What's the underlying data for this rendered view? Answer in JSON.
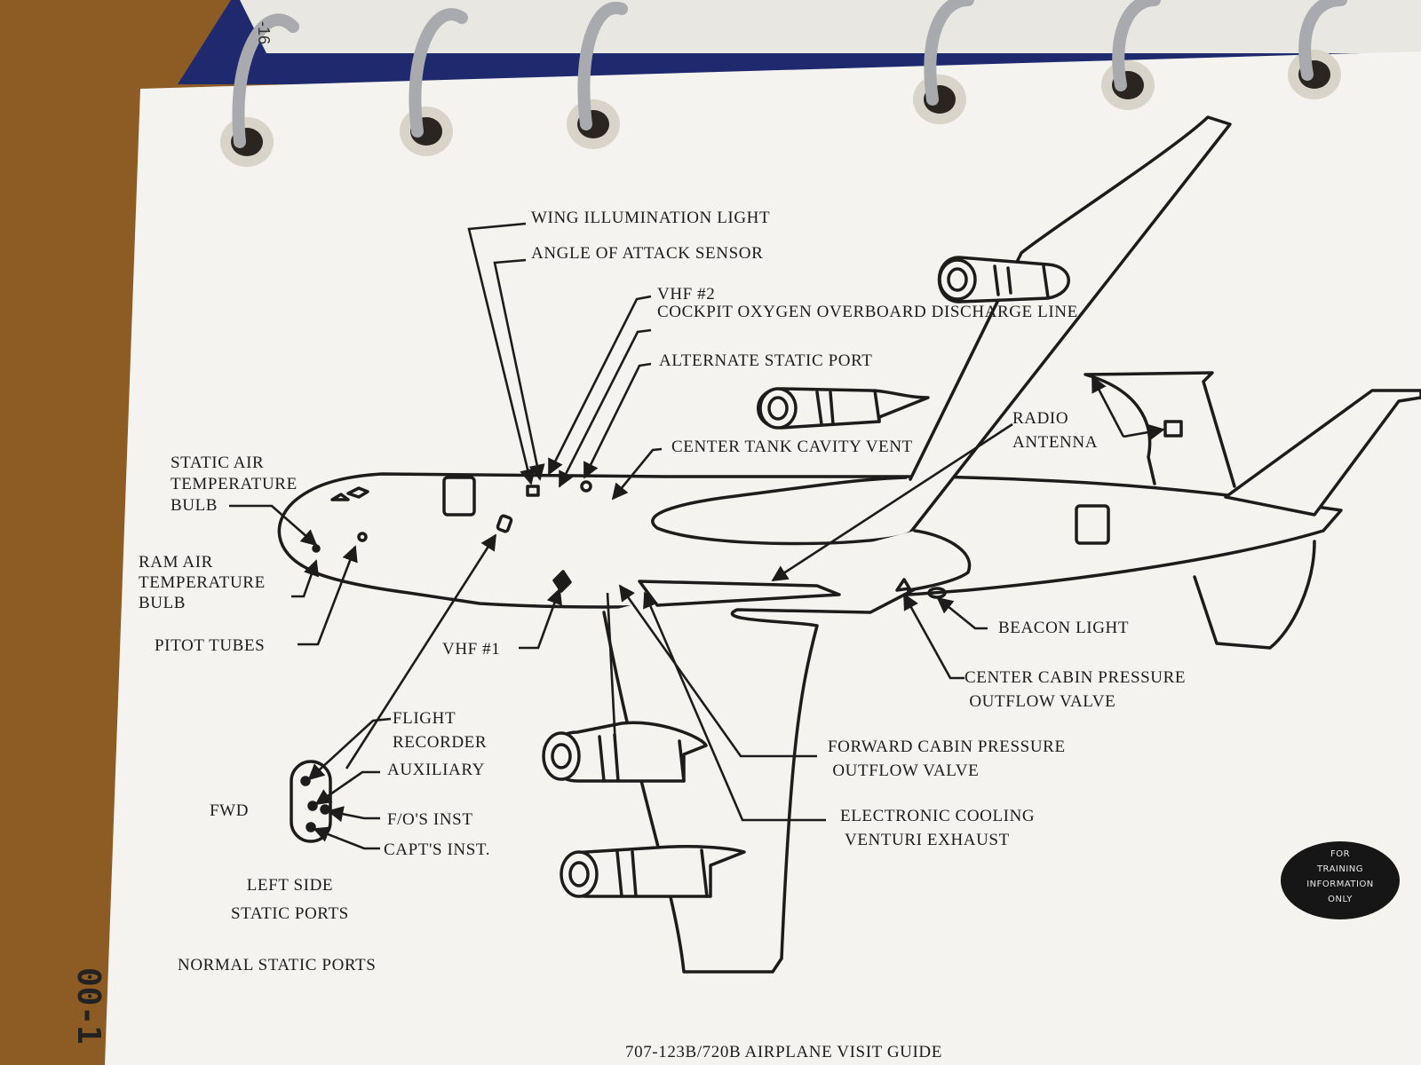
{
  "page": {
    "tab_label": "-16",
    "page_number": "00-1",
    "footer_title": "707-123B/720B AIRPLANE VISIT GUIDE",
    "badge_lines": [
      "FOR",
      "TRAINING",
      "INFORMATION",
      "ONLY"
    ]
  },
  "labels": {
    "wing_illumination_light": "WING ILLUMINATION LIGHT",
    "angle_of_attack_sensor": "ANGLE OF ATTACK SENSOR",
    "vhf2": "VHF #2",
    "cockpit_oxygen_overboard_discharge_line": "COCKPIT OXYGEN OVERBOARD DISCHARGE LINE",
    "alternate_static_port": "ALTERNATE STATIC PORT",
    "radio_antenna": "RADIO\nANTENNA",
    "center_tank_cavity_vent": "CENTER TANK CAVITY VENT",
    "static_air_temperature_bulb": "STATIC AIR\nTEMPERATURE\nBULB",
    "ram_air_temperature_bulb": "RAM AIR\nTEMPERATURE\nBULB",
    "pitot_tubes": "PITOT TUBES",
    "vhf1": "VHF #1",
    "beacon_light": "BEACON LIGHT",
    "center_cabin_pressure_outflow_valve": "CENTER CABIN PRESSURE\n OUTFLOW VALVE",
    "forward_cabin_pressure_outflow_valve": "FORWARD CABIN PRESSURE\n OUTFLOW VALVE",
    "electronic_cooling_venturi_exhaust": "ELECTRONIC COOLING\n VENTURI EXHAUST",
    "flight_recorder": "FLIGHT\nRECORDER",
    "auxiliary": "AUXILIARY",
    "fwd": "FWD",
    "fo_inst": "F/O'S INST",
    "capt_inst": "CAPT'S INST.",
    "left_side_static_ports": "LEFT SIDE\nSTATIC PORTS",
    "normal_static_ports": "NORMAL STATIC PORTS"
  }
}
